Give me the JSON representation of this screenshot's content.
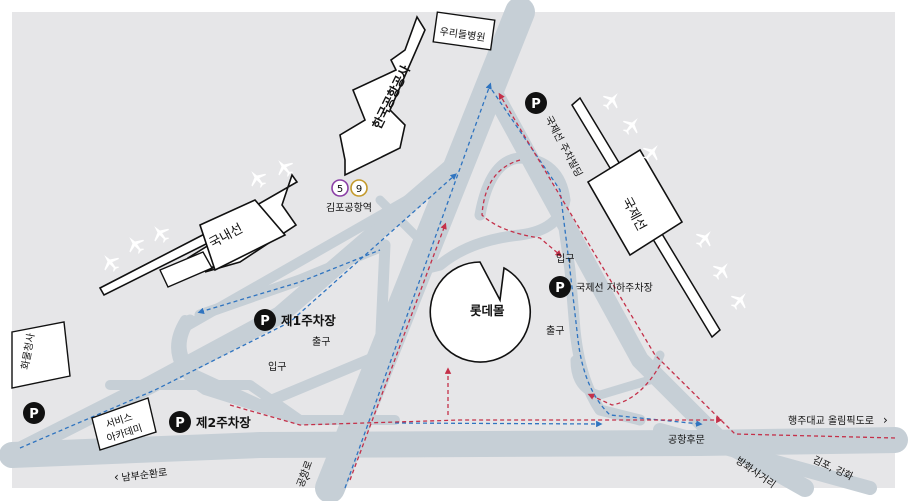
{
  "colors": {
    "background": "#e6e6e8",
    "road": "#c6cfd6",
    "outer_frame": "#ffffff",
    "route_blue": "#2f74c0",
    "route_red": "#c43049",
    "building_fill": "#ffffff",
    "building_stroke": "#111111",
    "parking_fill": "#111111",
    "line5": "#8b3fa6",
    "line9": "#c49a2c"
  },
  "buildings": {
    "kac": "한국공항공사",
    "domestic": "국내선",
    "international": "국제선",
    "lotte": "롯데몰",
    "woori": "우리들병원",
    "cargo": "화물청사",
    "service": [
      "서비스",
      "아카데미"
    ]
  },
  "station": {
    "name": "김포공항역",
    "lines": [
      "5",
      "9"
    ]
  },
  "parking": {
    "p_symbol": "P",
    "lot1": "제1주차장",
    "lot2": "제2주차장",
    "intl_underground": "국제선 지하주차장",
    "intl_lot": "국제선 주차빌딩"
  },
  "labels": {
    "entrance_a": "입구",
    "exit_a": "출구",
    "entrance_b": "입구",
    "exit_b": "출구",
    "airport_back_gate": "공항후문"
  },
  "roads": {
    "olympic": "행주대교 올림픽도로",
    "nambu": "남부순환로",
    "gonghang": "공항로",
    "banghwa": "방화사거리",
    "gimpo": "김포, 강화"
  },
  "icons": [
    "airplane-icon",
    "parking-icon",
    "arrow-right-icon",
    "arrow-left-icon"
  ]
}
